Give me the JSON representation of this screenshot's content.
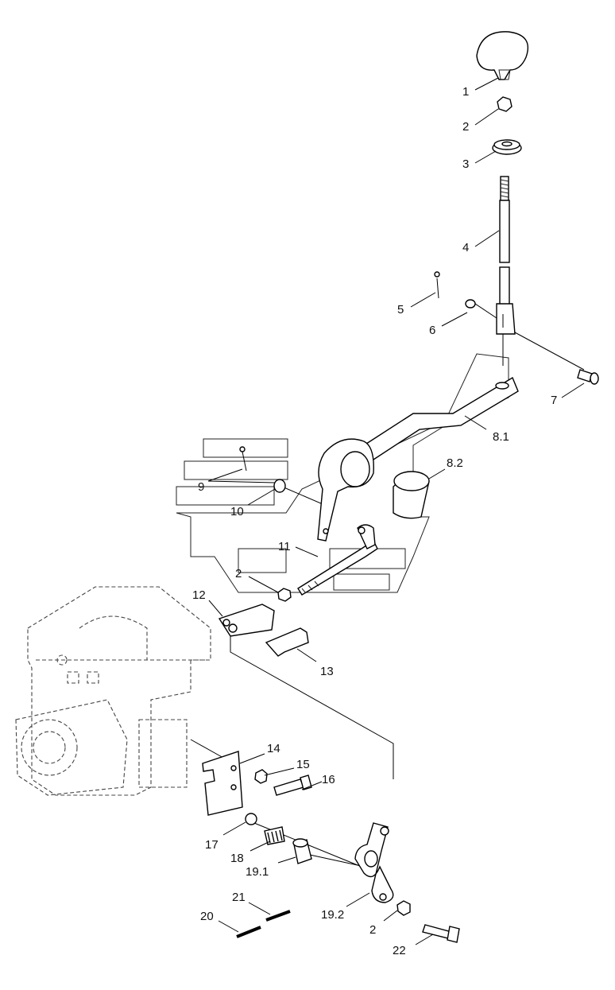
{
  "labels": {
    "l1": "1",
    "l2a": "2",
    "l3": "3",
    "l4": "4",
    "l5": "5",
    "l6": "6",
    "l7": "7",
    "l8_1": "8.1",
    "l8_2": "8.2",
    "l9": "9",
    "l10": "10",
    "l11": "11",
    "l2b": "2",
    "l12": "12",
    "l13": "13",
    "l14": "14",
    "l15": "15",
    "l16": "16",
    "l17": "17",
    "l18": "18",
    "l19_1": "19.1",
    "l19_2": "19.2",
    "l2c": "2",
    "l20": "20",
    "l21": "21",
    "l22": "22"
  }
}
